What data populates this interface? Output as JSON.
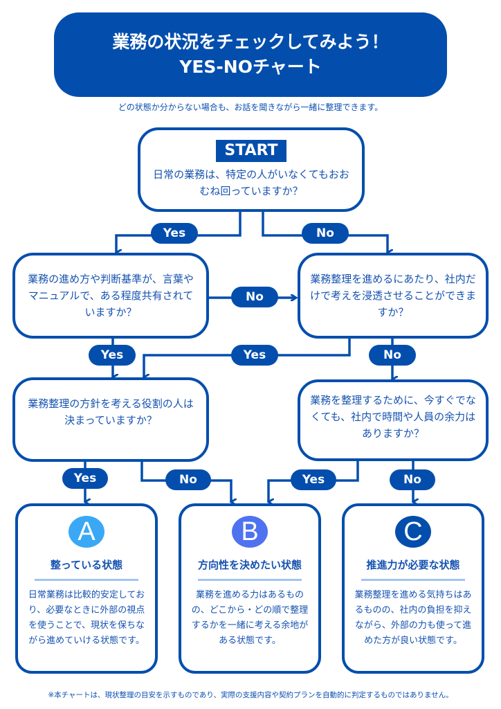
{
  "header": {
    "title_line1": "業務の状況をチェックしてみよう！",
    "title_line2": "YES-NOチャート"
  },
  "subtitle": "どの状態か分からない場合も、お話を聞きながら一緒に整理できます。",
  "colors": {
    "primary": "#034ead",
    "result_a": "#3aa8f5",
    "result_b": "#4f72f0",
    "result_c": "#034ead",
    "rule": "#9fc4f2"
  },
  "start": {
    "badge": "START",
    "question": "日常の業務は、特定の人がいなくてもおおむね回っていますか？"
  },
  "questions": {
    "q2": "業務の進め方や判断基準が、言葉やマニュアルで、ある程度共有されていますか？",
    "q3": "業務整理を進めるにあたり、社内だけで考えを浸透させることができますか？",
    "q4": "業務整理の方針を考える役割の人は決まっていますか？",
    "q5": "業務を整理するために、今すぐでなくても、社内で時間や人員の余力はありますか？"
  },
  "labels": {
    "yes": "Yes",
    "no": "No"
  },
  "results": [
    {
      "letter": "A",
      "title": "整っている状態",
      "description": "日常業務は比較的安定しており、必要なときに外部の視点を使うことで、現状を保ちながら進めていける状態です。"
    },
    {
      "letter": "B",
      "title": "方向性を決めたい状態",
      "description": "業務を進める力はあるものの、どこから・どの順で整理するかを一緒に考える余地がある状態です。"
    },
    {
      "letter": "C",
      "title": "推進力が必要な状態",
      "description": "業務整理を進める気持ちはあるものの、社内の負担を抑えながら、外部の力も使って進めた方が良い状態です。"
    }
  ],
  "footer": "※本チャートは、現状整理の目安を示すものであり、実際の支援内容や契約プランを自動的に判定するものではありません。"
}
